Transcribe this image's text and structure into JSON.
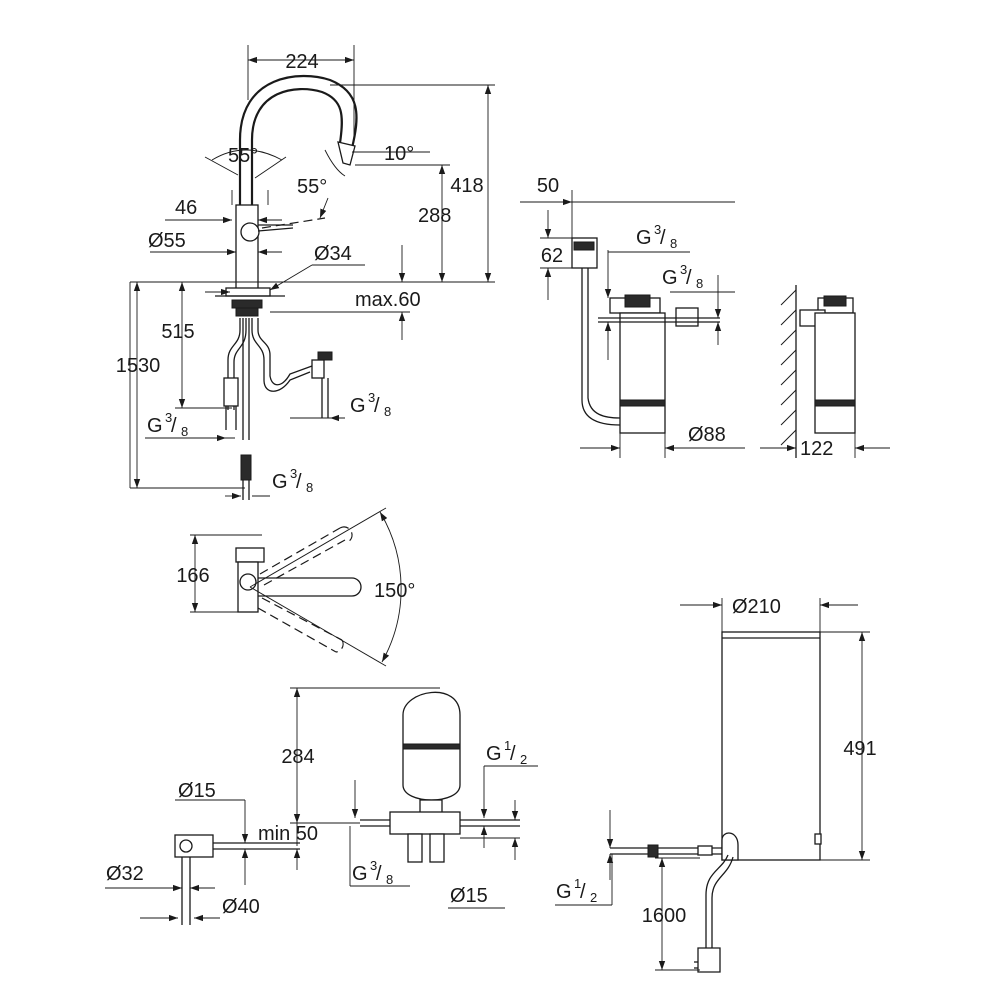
{
  "dimensions": {
    "spout_reach": "224",
    "handle_angle_1": "55°",
    "handle_angle_2": "55°",
    "spout_angle": "10°",
    "total_height": "418",
    "spout_height": "288",
    "handle_offset": "46",
    "base_diameter": "Ø55",
    "hole_diameter": "Ø34",
    "max_deck_thickness": "max.60",
    "hose_515": "515",
    "hose_1530": "1530",
    "filter_head_width": "50",
    "filter_head_height": "62",
    "filter_diameter": "Ø88",
    "wall_distance": "122",
    "swivel_depth": "166",
    "swivel_angle": "150°",
    "valve_height": "284",
    "pipe_diameter_15": "Ø15",
    "min_50": "min 50",
    "diameter_32": "Ø32",
    "diameter_40": "Ø40",
    "valve_outlet_diameter": "Ø15",
    "boiler_diameter": "Ø210",
    "boiler_height": "491",
    "cable_length": "1600"
  },
  "threads": {
    "filter_inlet": {
      "base": "G",
      "num": "3",
      "den": "8"
    },
    "filter_outlet": {
      "base": "G",
      "num": "3",
      "den": "8"
    },
    "faucet_hose_right": {
      "base": "G",
      "num": "3",
      "den": "8"
    },
    "faucet_hose_left": {
      "base": "G",
      "num": "3",
      "den": "8"
    },
    "faucet_hose_bottom": {
      "base": "G",
      "num": "3",
      "den": "8"
    },
    "valve_inlet": {
      "base": "G",
      "num": "1",
      "den": "2"
    },
    "valve_bottom": {
      "base": "G",
      "num": "3",
      "den": "8"
    },
    "boiler_connection": {
      "base": "G",
      "num": "1",
      "den": "2"
    }
  }
}
